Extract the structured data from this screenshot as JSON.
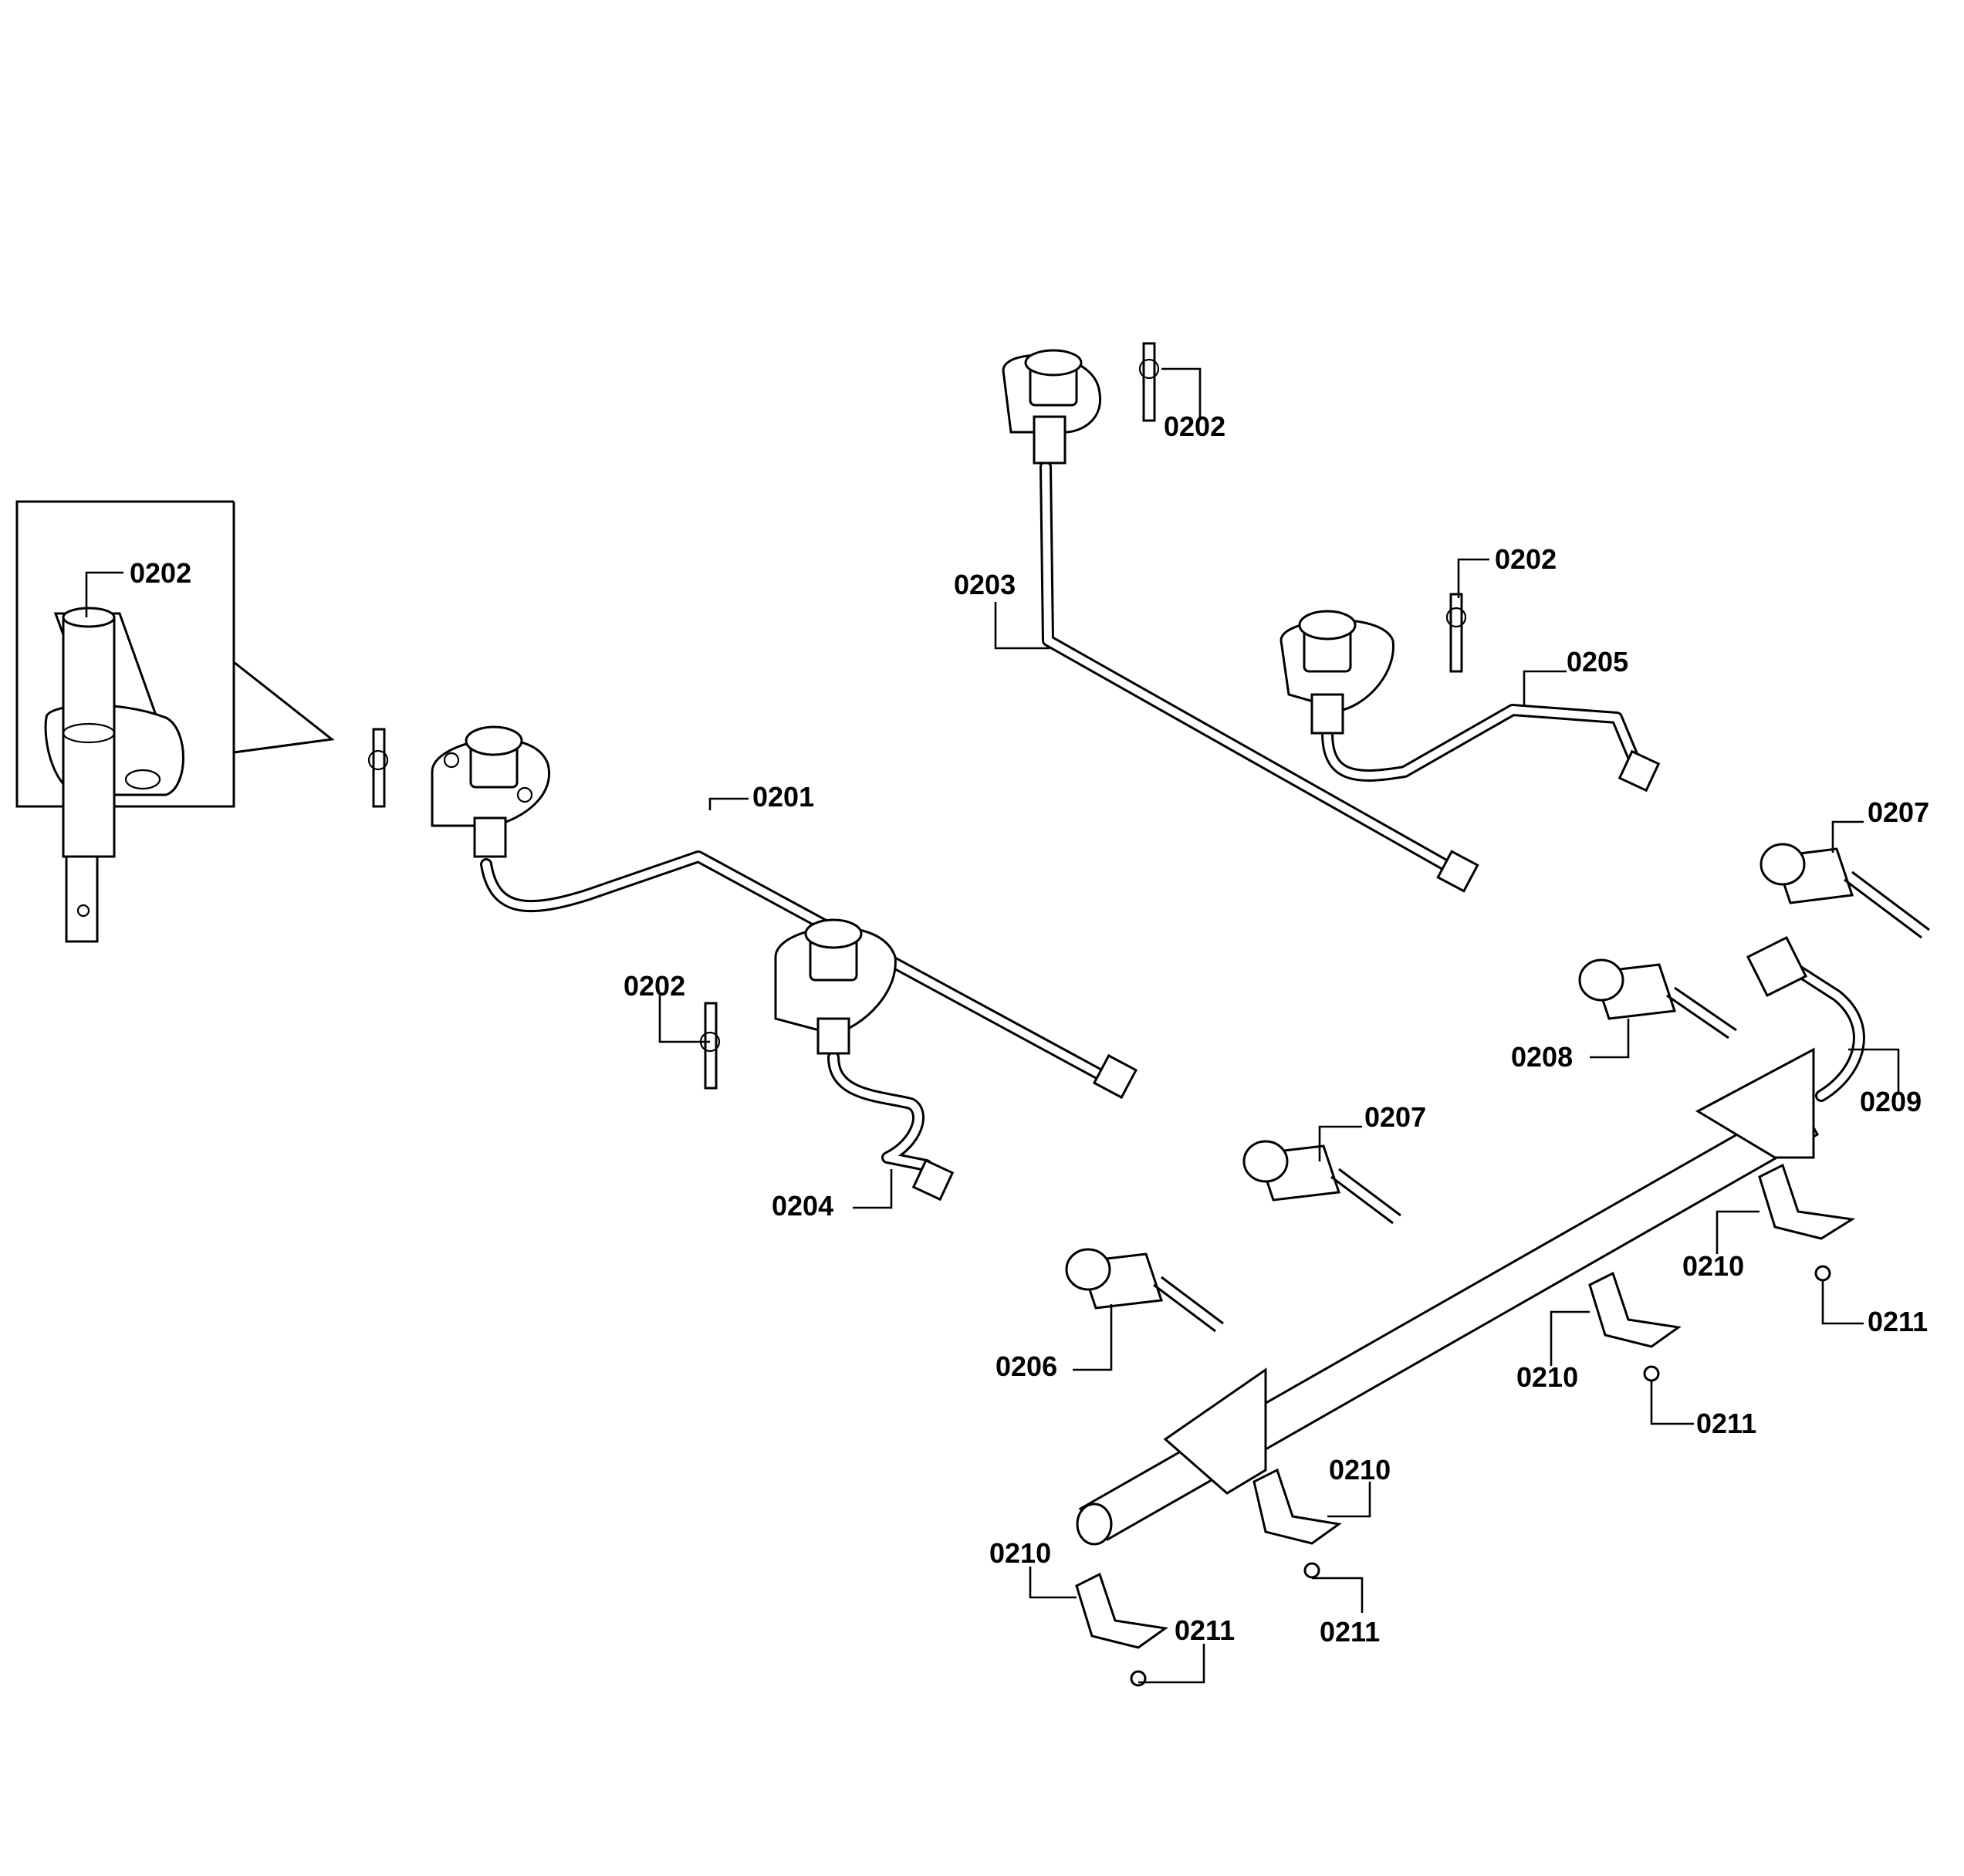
{
  "callouts": {
    "c1": "0202",
    "c2": "0202",
    "c3": "0202",
    "c4": "0202",
    "c5": "0203",
    "c6": "0205",
    "c7": "0201",
    "c8": "0207",
    "c9": "0208",
    "c10": "0209",
    "c11": "0207",
    "c12": "0204",
    "c13": "0210",
    "c14": "0211",
    "c15": "0206",
    "c16": "0210",
    "c17": "0211",
    "c18": "0210",
    "c19": "0210",
    "c20": "0211",
    "c21": "0211"
  }
}
